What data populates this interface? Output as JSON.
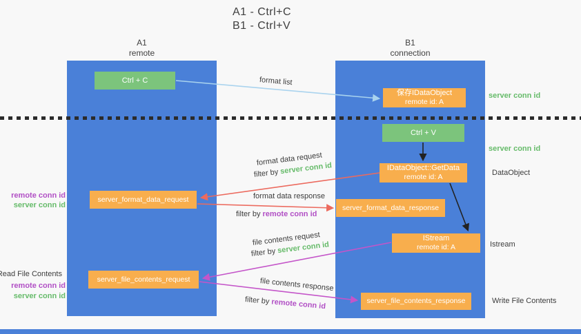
{
  "title": {
    "line1": "A1 - Ctrl+C",
    "line2": "B1 - Ctrl+V"
  },
  "columns": {
    "left": {
      "title": "A1",
      "subtitle": "remote"
    },
    "right": {
      "title": "B1",
      "subtitle": "connection"
    }
  },
  "nodes": {
    "ctrl_c": {
      "label": "Ctrl + C"
    },
    "save_idataobject": {
      "line1": "保存IDataObject",
      "line2": "remote id: A"
    },
    "ctrl_v": {
      "label": "Ctrl + V"
    },
    "getdata": {
      "line1": "IDataObject::GetData",
      "line2": "remote id: A"
    },
    "format_data_request": {
      "label": "server_format_data_request"
    },
    "format_data_response": {
      "label": "server_format_data_response"
    },
    "istream": {
      "line1": "IStream",
      "line2": "remote id: A"
    },
    "file_contents_request": {
      "label": "server_file_contents_request"
    },
    "file_contents_response": {
      "label": "server_file_contents_response"
    }
  },
  "edge_labels": {
    "format_list": "format list",
    "format_data_request": "format data request",
    "format_data_response": "format data response",
    "file_contents_request": "file contents request",
    "file_contents_response": "file contents response",
    "filter_by": "filter by ",
    "server_conn_id": "server conn id",
    "remote_conn_id": "remote conn id"
  },
  "side_labels": {
    "server_conn_id_top": "server conn id",
    "server_conn_id_mid": "server conn id",
    "dataobject": "DataObject",
    "istream": "Istream",
    "write_file_contents": "Write File Contents",
    "read_file_contents": "Read File Contents",
    "remote_conn_id_left1": "remote conn id",
    "server_conn_id_left1": "server conn id",
    "remote_conn_id_left2": "remote conn id",
    "server_conn_id_left2": "server conn id"
  },
  "colors": {
    "column_blue": "#4a80d8",
    "box_green": "#7cc47c",
    "box_orange": "#f8ae4d",
    "arrow_light_blue": "#a9d3ee",
    "arrow_red": "#ec6a5e",
    "arrow_purple": "#c455c9",
    "arrow_black": "#222222",
    "label_green": "#66bb6a",
    "label_purple": "#b14fc5",
    "background": "#f8f8f8"
  }
}
